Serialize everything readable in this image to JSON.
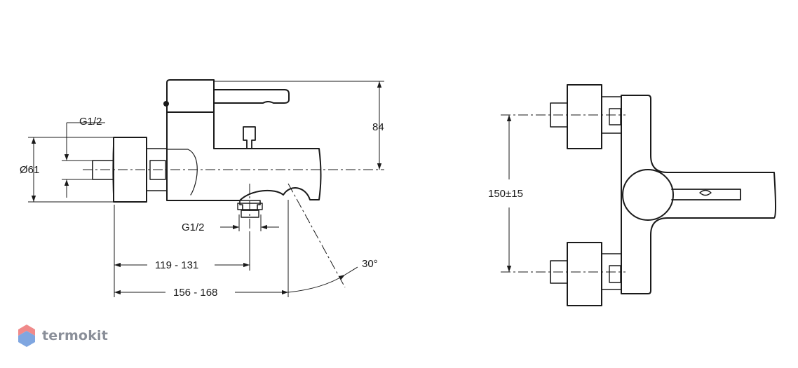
{
  "dimensions": {
    "thread_inlet": "G1/2",
    "body_diameter": "Ø61",
    "height": "84",
    "thread_outlet": "G1/2",
    "offset_outlet": "119 - 131",
    "offset_spout": "156 - 168",
    "spout_angle": "30°",
    "inlet_spacing": "150±15"
  },
  "brand": {
    "name": "termokit",
    "colors": {
      "top": "#f08a8a",
      "bottom": "#7fa6e0",
      "text": "#8a8f99"
    }
  }
}
